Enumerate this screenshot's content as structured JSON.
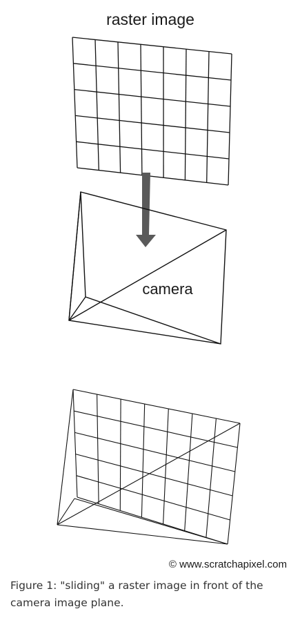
{
  "diagram": {
    "title": "raster image",
    "camera_label": "camera",
    "credit": "© www.scratchapixel.com",
    "raster_grid": {
      "columns": 7,
      "rows": 5
    }
  },
  "caption": "Figure 1: \"sliding\" a raster image in front of the camera image plane.",
  "colors": {
    "line": "#111111",
    "arrow": "#5a5a5a",
    "text": "#1a1a1a",
    "caption": "#333333"
  }
}
